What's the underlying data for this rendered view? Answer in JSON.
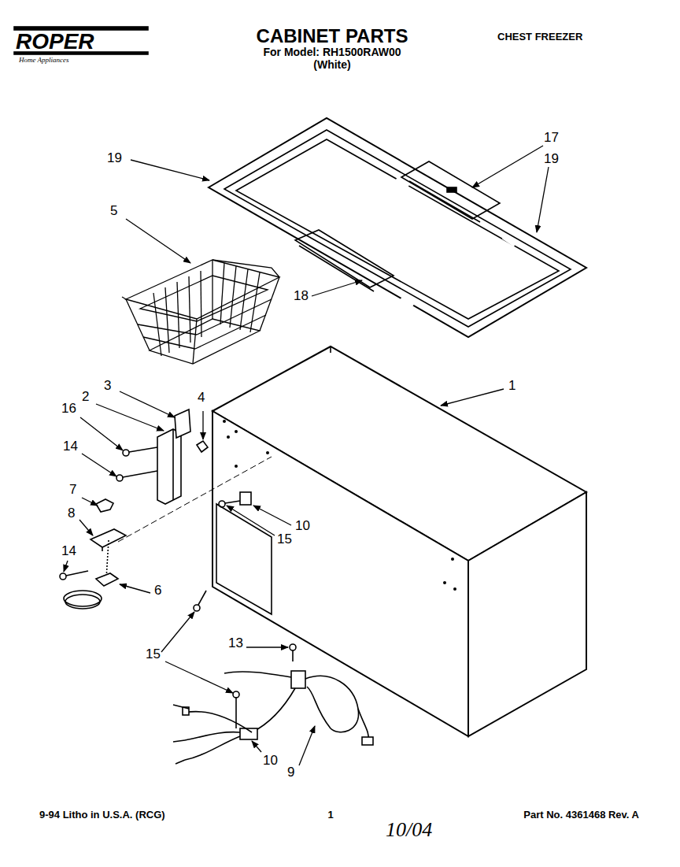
{
  "diagram": {
    "title": "CABINET PARTS",
    "labels": [
      "ROPER",
      "Home Appliances",
      "For Model: RH1500RAW00",
      "(White)",
      "CHEST FREEZER",
      "19",
      "17",
      "19",
      "5",
      "18",
      "1",
      "3",
      "2",
      "4",
      "16",
      "14",
      "7",
      "8",
      "14",
      "6",
      "10",
      "15",
      "15",
      "13",
      "10",
      "9",
      "9-94 Litho in U.S.A. (RCG)",
      "1",
      "Part No. 4361468 Rev. A",
      "10/04"
    ]
  }
}
